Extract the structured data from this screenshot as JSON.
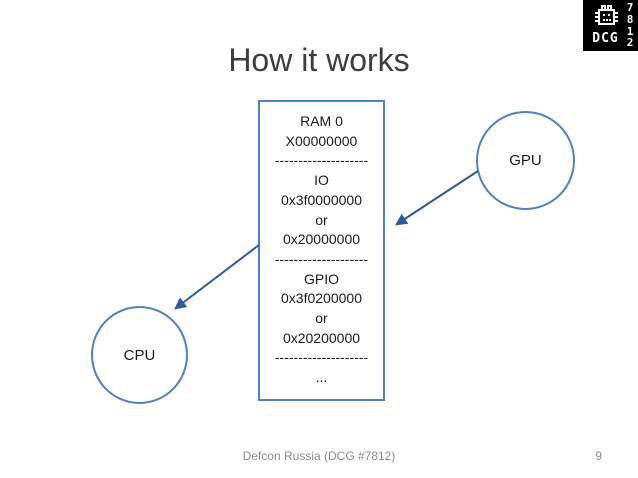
{
  "slide": {
    "title": "How it works",
    "footer": {
      "text": "Defcon Russia (DCG #7812)",
      "page_number": "9"
    }
  },
  "logo": {
    "text": "DCG",
    "digits": [
      "7",
      "8",
      "1",
      "2"
    ]
  },
  "memory_map_box": {
    "lines": [
      "RAM 0",
      "X00000000",
      "--------------------",
      "IO",
      "0x3f0000000",
      "or",
      "0x20000000",
      "--------------------",
      "GPIO",
      "0x3f0200000",
      "or",
      "0x20200000",
      "--------------------",
      "..."
    ]
  },
  "nodes": {
    "cpu_label": "CPU",
    "gpu_label": "GPU"
  },
  "colors": {
    "shape_border": "#4f81bd",
    "arrow": "#2e5b94",
    "title_text": "#3d3d3d",
    "body_text": "#1a1a1a",
    "footer_text": "#8c8c8c",
    "logo_bg": "#000000",
    "logo_fg": "#ffffff"
  }
}
